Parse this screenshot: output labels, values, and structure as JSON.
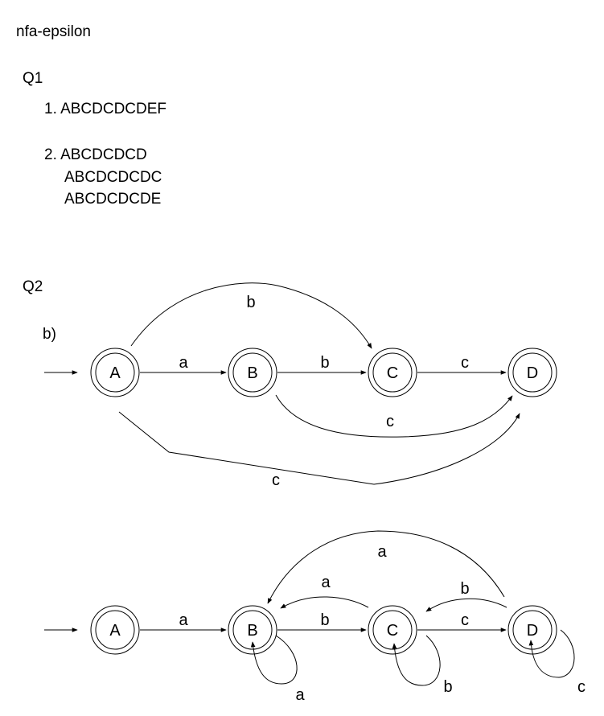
{
  "heading": "nfa-epsilon",
  "q1": {
    "label": "Q1",
    "answer1": "1. ABCDCDCDEF",
    "answer2_lines": [
      "2. ABCDCDCD",
      "ABCDCDCDC",
      "ABCDCDCDE"
    ]
  },
  "q2": {
    "label": "Q2",
    "part_label": "b)",
    "diagram1": {
      "states": [
        "A",
        "B",
        "C",
        "D"
      ],
      "edge_labels": {
        "a_to_b": "a",
        "b_to_c": "b",
        "c_to_d": "c",
        "a_to_c_arc": "b",
        "b_to_d_arc": "c",
        "a_to_d_arc": "c"
      }
    },
    "diagram2": {
      "states": [
        "A",
        "B",
        "C",
        "D"
      ],
      "edge_labels": {
        "a_to_b": "a",
        "b_to_c": "b",
        "c_to_d": "c",
        "c_to_b": "a",
        "d_to_c": "b",
        "d_to_b_arc": "a",
        "b_loop": "a",
        "c_loop": "b",
        "d_loop": "c"
      }
    }
  }
}
